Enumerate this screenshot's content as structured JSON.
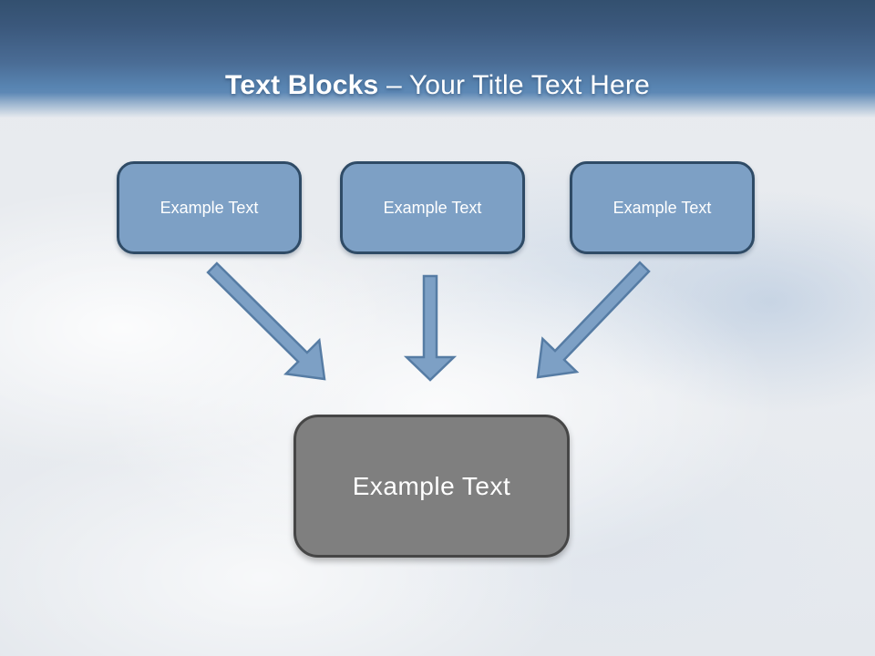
{
  "slide": {
    "title": {
      "bold": "Text Blocks ",
      "regular": "– Your Title Text Here"
    },
    "source_blocks": [
      {
        "label": "Example Text"
      },
      {
        "label": "Example Text"
      },
      {
        "label": "Example Text"
      }
    ],
    "target_block": {
      "label": "Example Text"
    },
    "colors": {
      "header_top": "#33506F",
      "header_bottom": "#5D88B5",
      "block_fill": "#7DA0C5",
      "block_border": "#2F4B66",
      "arrow_fill": "#7DA0C5",
      "arrow_outline": "#567CA4",
      "target_fill": "#7F7F7F",
      "target_border": "#464646",
      "title_text": "#FFFFFF",
      "block_text": "#FFFFFF",
      "sky_base": "#E9ECF0",
      "sky_blue_patch": "#C4D2E3"
    }
  }
}
